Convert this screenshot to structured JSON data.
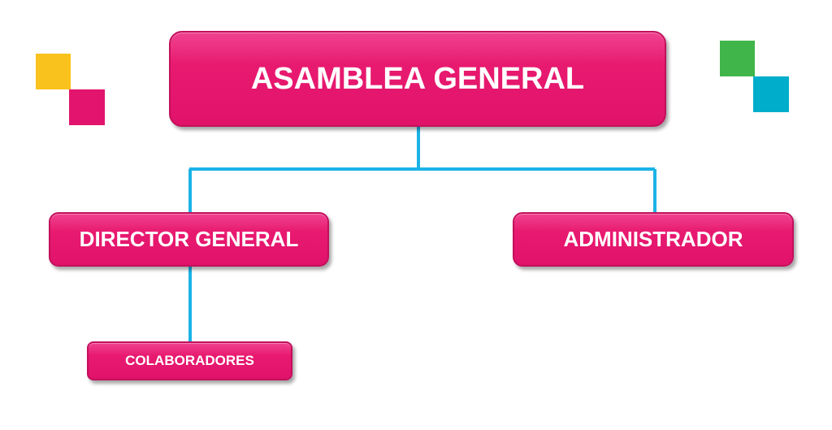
{
  "nodes": {
    "top": "ASAMBLEA GENERAL",
    "director": "DIRECTOR GENERAL",
    "admin": "ADMINISTRADOR",
    "colaboradores": "COLABORADORES"
  },
  "colors": {
    "node_fill": "#e8156d",
    "connector": "#1bb3e6",
    "square_yellow": "#f9c21c",
    "square_pink": "#e3146d",
    "square_green": "#3fb54a",
    "square_cyan": "#00aecb"
  }
}
